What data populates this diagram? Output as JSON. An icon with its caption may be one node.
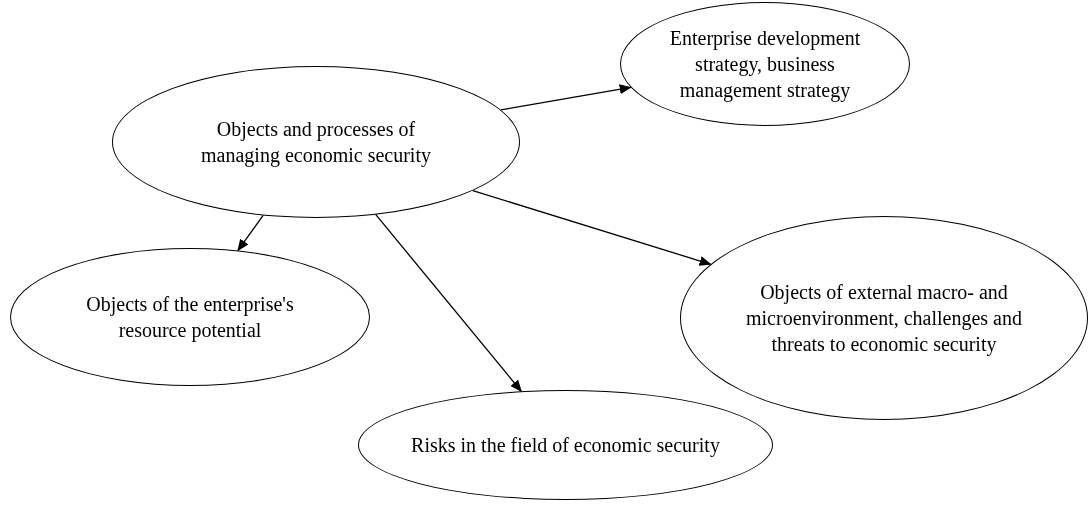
{
  "diagram": {
    "nodes": [
      {
        "text": [
          "Objects and processes of managing economic security"
        ]
      },
      {
        "text": [
          "Enterprise development strategy, business management strategy"
        ]
      },
      {
        "text": [
          "Objects of external macro- and microenvironment, challenges and threats to economic security"
        ]
      },
      {
        "text": [
          "Objects of the enterprise's resource potential"
        ]
      },
      {
        "text": [
          "Risks in the field of economic security"
        ]
      }
    ],
    "edges": [
      {
        "from": 0,
        "to": 1,
        "arrow": "to"
      },
      {
        "from": 0,
        "to": 2,
        "arrow": "to"
      },
      {
        "from": 0,
        "to": 3,
        "arrow": "to"
      },
      {
        "from": 0,
        "to": 4,
        "arrow": "to"
      }
    ]
  }
}
